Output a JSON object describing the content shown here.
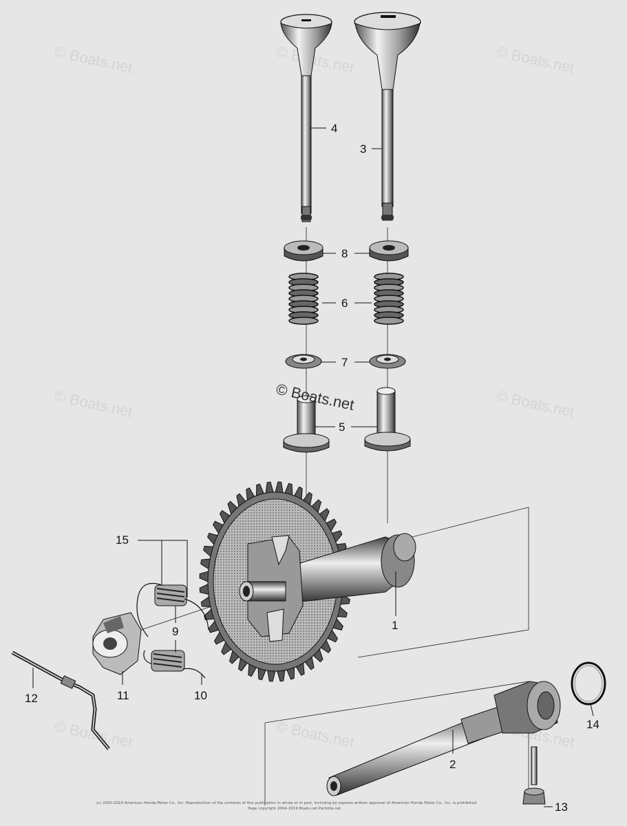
{
  "watermarks": [
    "© Boats.net",
    "© Boats.net",
    "© Boats.net",
    "© Boats.net",
    "© Boats.net",
    "© Boats.net",
    "© Boats.net",
    "© Boats.net"
  ],
  "center_watermark": "© Boats.net",
  "callouts": {
    "c1": "1",
    "c2": "2",
    "c3": "3",
    "c4": "4",
    "c5": "5",
    "c6": "6",
    "c7": "7",
    "c8": "8",
    "c9": "9",
    "c10": "10",
    "c11": "11",
    "c12": "12",
    "c13": "13",
    "c14": "14",
    "c15": "15"
  },
  "footer": {
    "line1": "(c) 2000-2019 American Honda Motor Co., Inc. Reproduction of the contents of this publication in whole or in part, including by express written approval of American Honda Motor Co., Inc. is prohibited.",
    "line2": "Page copyright 2004-2019 Boats.net Partzilla.net"
  }
}
